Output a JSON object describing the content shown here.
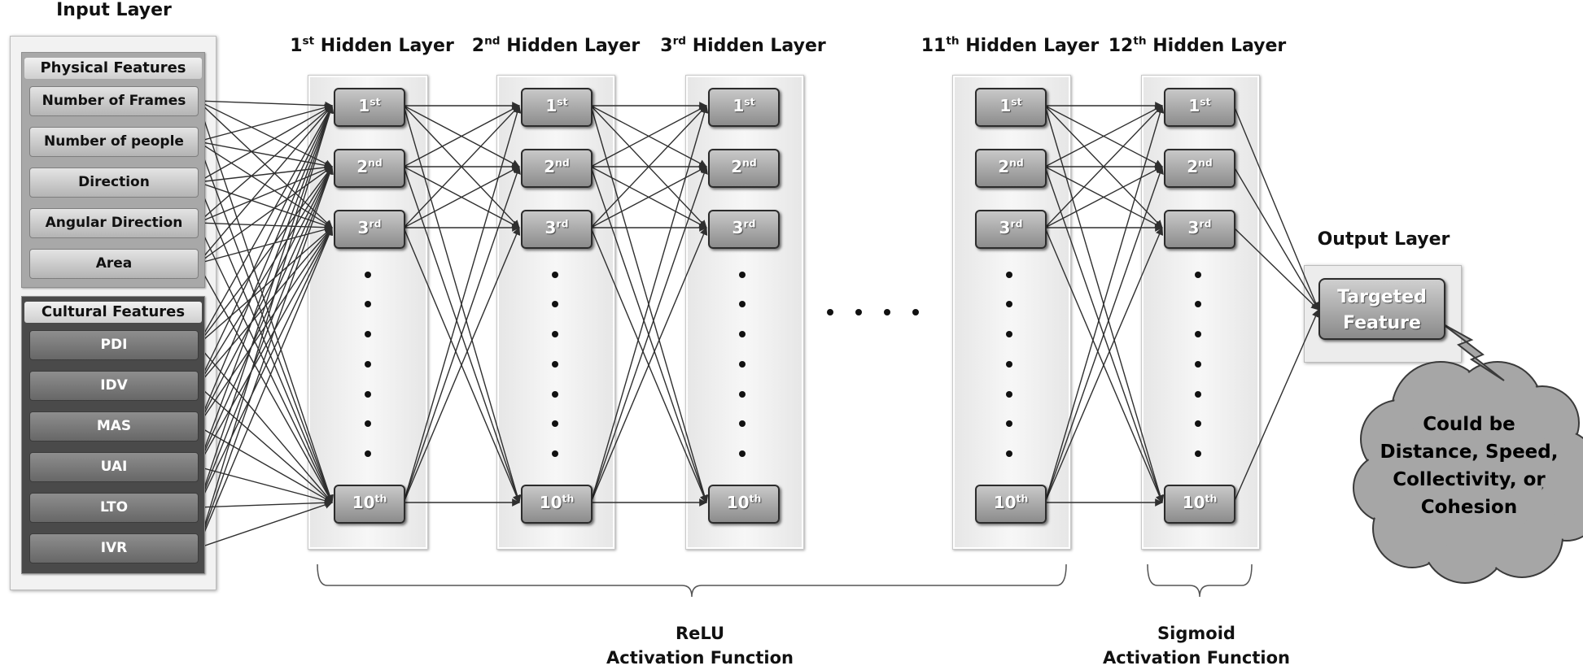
{
  "titles": {
    "input": "Input Layer",
    "output": "Output Layer",
    "h1": {
      "num": "1",
      "sup": "st",
      "rest": " Hidden Layer"
    },
    "h2": {
      "num": "2",
      "sup": "nd",
      "rest": " Hidden Layer"
    },
    "h3": {
      "num": "3",
      "sup": "rd",
      "rest": " Hidden Layer"
    },
    "h11": {
      "num": "11",
      "sup": "th",
      "rest": " Hidden Layer"
    },
    "h12": {
      "num": "12",
      "sup": "th",
      "rest": " Hidden Layer"
    }
  },
  "physical": {
    "title": "Physical Features",
    "items": [
      "Number of Frames",
      "Number of people",
      "Direction",
      "Angular Direction",
      "Area"
    ]
  },
  "cultural": {
    "title": "Cultural Features",
    "items": [
      "PDI",
      "IDV",
      "MAS",
      "UAI",
      "LTO",
      "IVR"
    ]
  },
  "nodes": [
    {
      "num": "1",
      "sup": "st"
    },
    {
      "num": "2",
      "sup": "nd"
    },
    {
      "num": "3",
      "sup": "rd"
    },
    {
      "num": "10",
      "sup": "th"
    }
  ],
  "output": {
    "line1": "Targeted",
    "line2": "Feature"
  },
  "callout": {
    "line1": "Could be",
    "line2": "Distance, Speed,",
    "line3": "Collectivity, or",
    "line4": "Cohesion"
  },
  "relu": {
    "line1": "ReLU",
    "line2": "Activation Function"
  },
  "sigmoid": {
    "line1": "Sigmoid",
    "line2": "Activation Function"
  },
  "colors": {
    "line": "#2f2f2f",
    "node_fill": "#a9a9a9",
    "physical_button": "#cdcdcd",
    "cultural_button": "#777777",
    "cloud_fill": "#a6a6a6"
  }
}
